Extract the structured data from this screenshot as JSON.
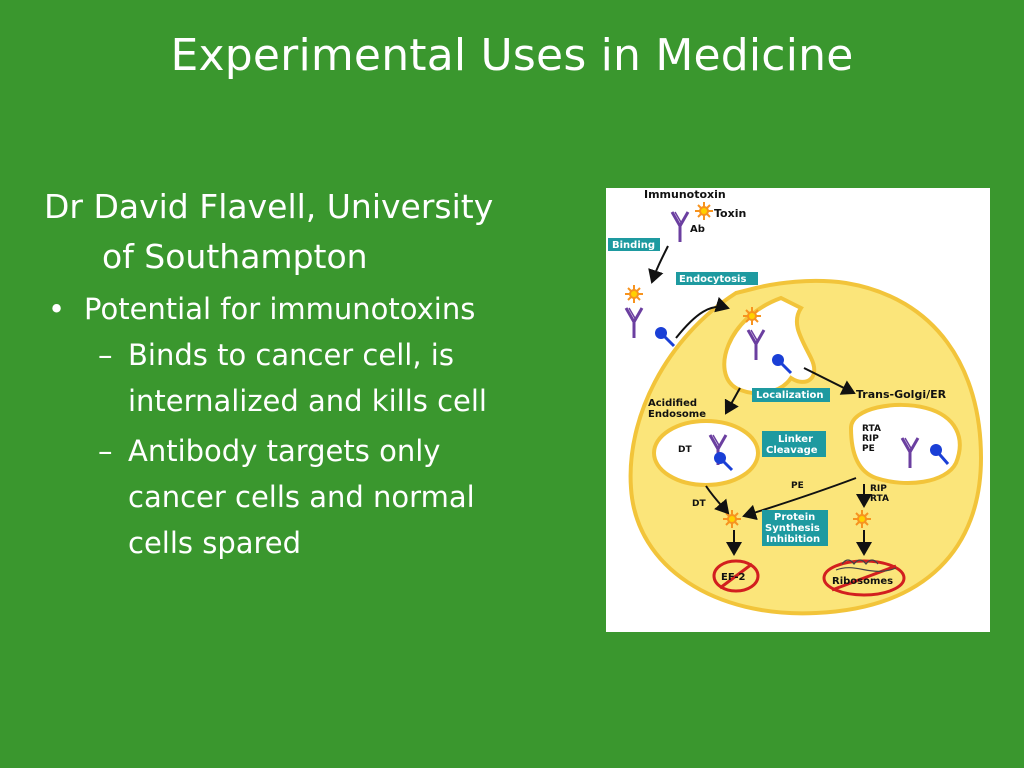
{
  "slide": {
    "title": "Experimental Uses in Medicine",
    "lead_line1": "Dr David Flavell, University",
    "lead_line2": "of Southampton",
    "bullet_marker": "•",
    "bullet": "Potential for immunotoxins",
    "dash_marker": "–",
    "sub_bullets": [
      {
        "line1": "Binds to cancer cell, is",
        "line2": "internalized and kills cell"
      },
      {
        "line1": "Antibody targets only",
        "line2": "cancer cells and normal",
        "line3": "cells spared"
      }
    ]
  },
  "diagram": {
    "colors": {
      "cell": "#fbe57a",
      "cell_edge": "#f2c43a",
      "label_box": "#1e9aa0",
      "antibody": "#6b3fa0",
      "binding_site": "#1a3fd6",
      "toxin": "#f7931e",
      "no_sign": "#d21f1f"
    },
    "labels": {
      "immunotoxin": "Immunotoxin",
      "toxin": "Toxin",
      "ab": "Ab",
      "binding": "Binding",
      "endocytosis": "Endocytosis",
      "localization": "Localization",
      "trans_golgi": "Trans-Golgi/ER",
      "acidified_1": "Acidified",
      "acidified_2": "Endosome",
      "dt_a": "DT",
      "linker_1": "Linker",
      "linker_2": "Cleavage",
      "rta_1": "RTA",
      "rta_2": "RIP",
      "rta_3": "PE",
      "pe": "PE",
      "dt_b": "DT",
      "rip_1": "RIP",
      "rip_2": "RTA",
      "protein_1": "Protein",
      "protein_2": "Synthesis",
      "protein_3": "Inhibition",
      "ef2": "EF-2",
      "ribosomes": "Ribosomes"
    }
  }
}
